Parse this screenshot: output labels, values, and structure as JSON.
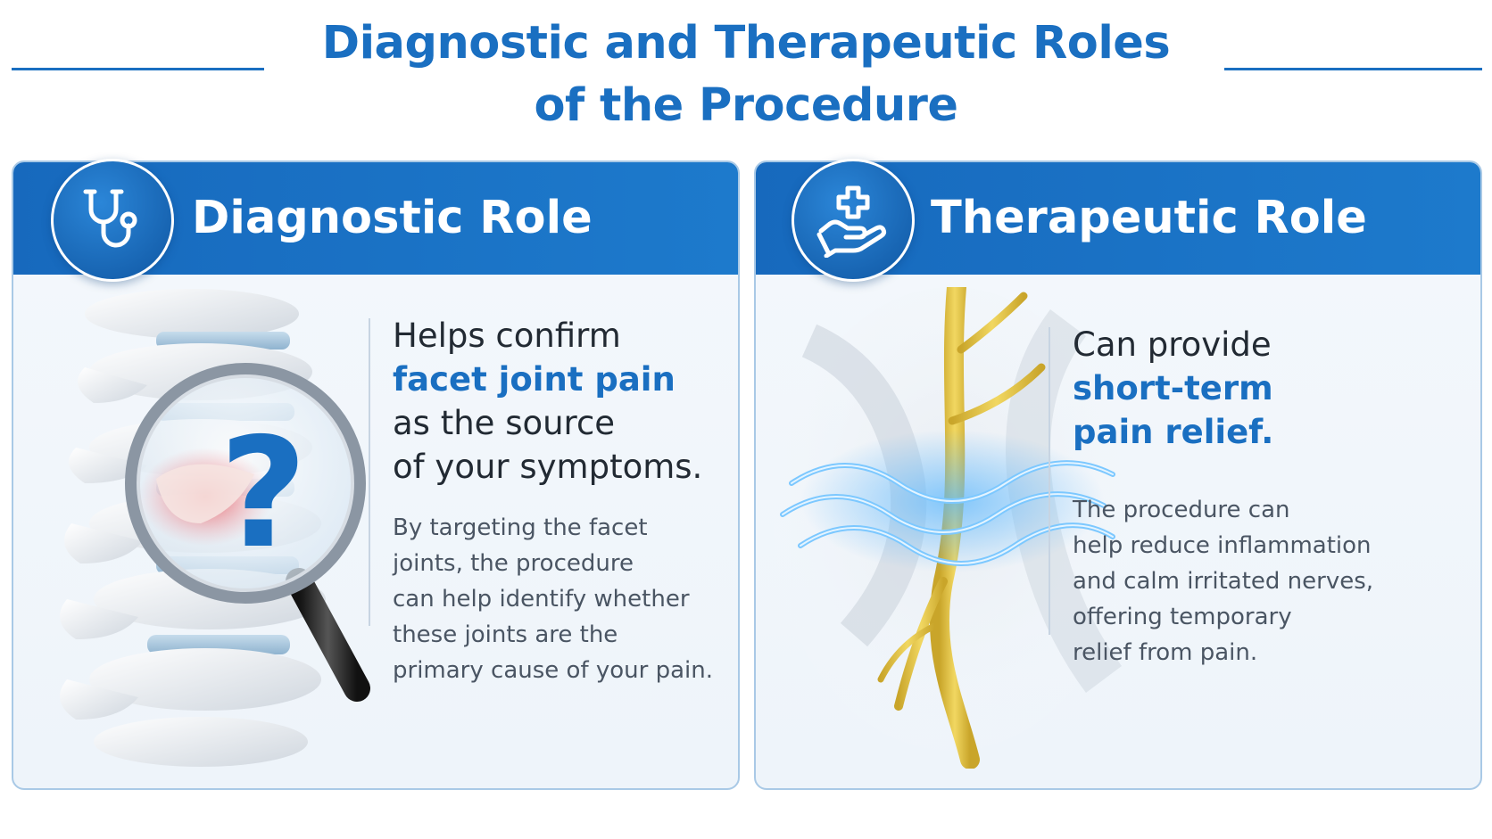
{
  "title": {
    "line1": "Diagnostic and Therapeutic Roles",
    "line2": "of the Procedure"
  },
  "diagnostic": {
    "icon": "stethoscope-icon",
    "heading": "Diagnostic Role",
    "headline": {
      "line1": "Helps confirm",
      "accent": "facet joint pain",
      "line3": "as the source",
      "line4": "of your symptoms."
    },
    "body": [
      "By targeting the facet",
      "joints, the procedure",
      "can help identify whether",
      "these joints are the",
      "primary cause of your pain."
    ]
  },
  "therapeutic": {
    "icon": "hand-with-medical-cross-icon",
    "heading": "Therapeutic Role",
    "headline": {
      "line1": "Can provide",
      "accent1": "short-term",
      "accent2": "pain relief."
    },
    "body": [
      "The procedure can",
      "help reduce inflammation",
      "and calm irritated nerves,",
      "offering temporary",
      "relief from pain."
    ]
  },
  "colors": {
    "brand": "#1a6fc1",
    "header": "#1769bd",
    "nerve": "#e7c63d",
    "pain": "#e0474f",
    "relief_wave": "#56b6ff"
  }
}
